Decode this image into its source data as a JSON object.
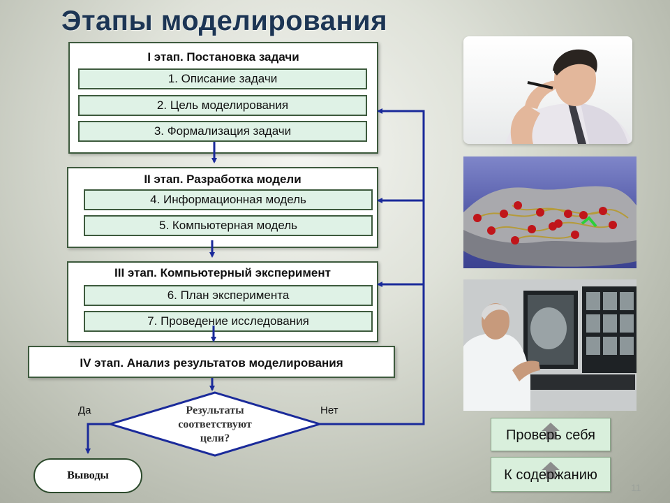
{
  "title": "Этапы моделирования",
  "stage1": {
    "title": "I этап. Постановка задачи",
    "steps": [
      "1. Описание задачи",
      "2. Цель моделирования",
      "3. Формализация задачи"
    ]
  },
  "stage2": {
    "title": "II этап. Разработка модели",
    "steps": [
      "4. Информационная модель",
      "5. Компьютерная модель"
    ]
  },
  "stage3": {
    "title": "III этап. Компьютерный эксперимент",
    "steps": [
      "6. План эксперимента",
      "7. Проведение исследования"
    ]
  },
  "stage4": {
    "title": "IV этап. Анализ результатов моделирования"
  },
  "decision": {
    "line1": "Результаты",
    "line2": "соответствуют",
    "line3": "цели?"
  },
  "yes_label": "Да",
  "no_label": "Нет",
  "conclusions": "Выводы",
  "nav": {
    "check_yourself": "Проверь себя",
    "contents": "К содержанию"
  },
  "page_number": "11",
  "colors": {
    "title": "#1c3554",
    "arrow": "#1a2a9a",
    "step_fill": "#dff2e6",
    "border": "#3d5a3d"
  }
}
